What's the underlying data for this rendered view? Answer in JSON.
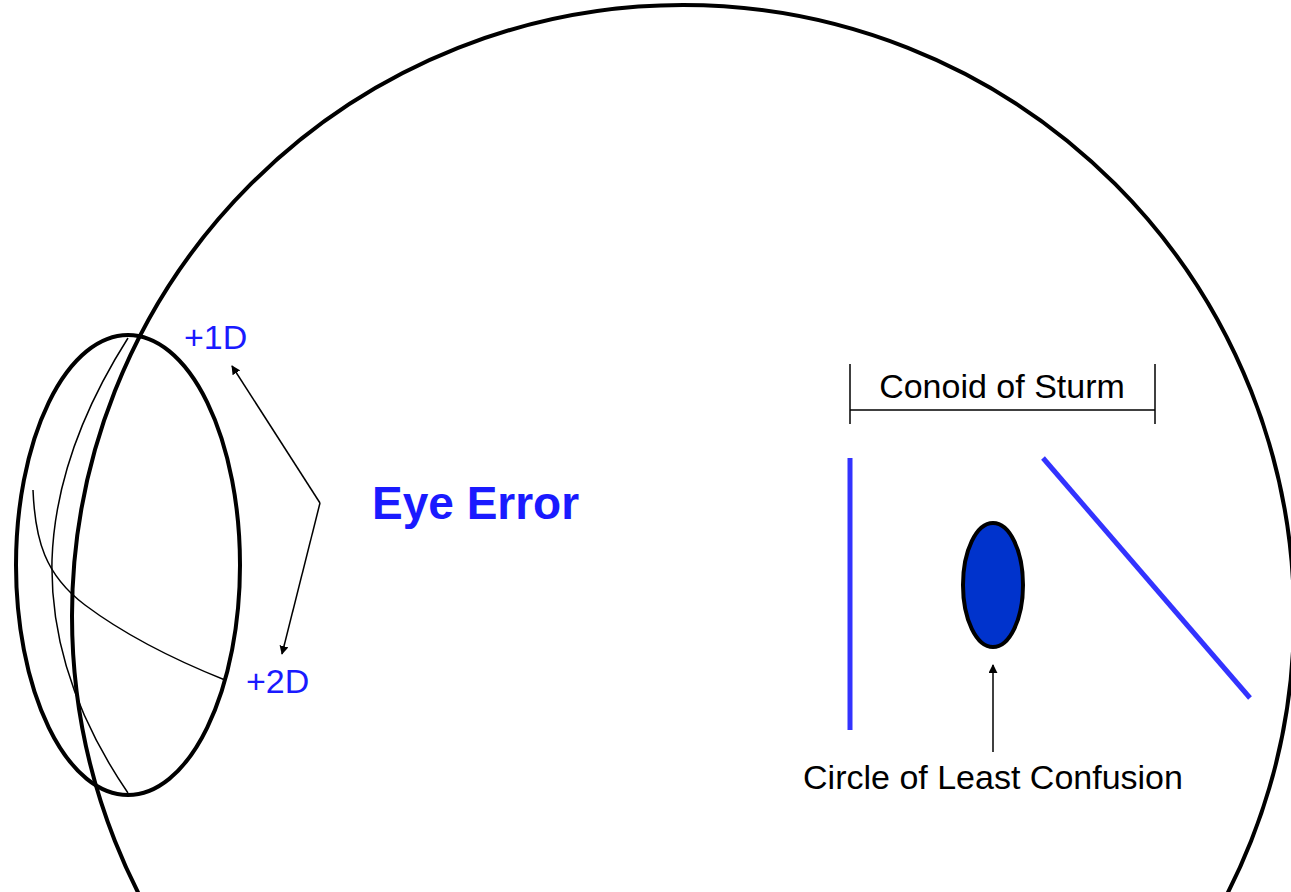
{
  "diagram": {
    "labels": [
      "+1D",
      "Eye Error",
      "+2D",
      "Conoid of Sturm",
      "Circle of Least Confusion"
    ]
  }
}
